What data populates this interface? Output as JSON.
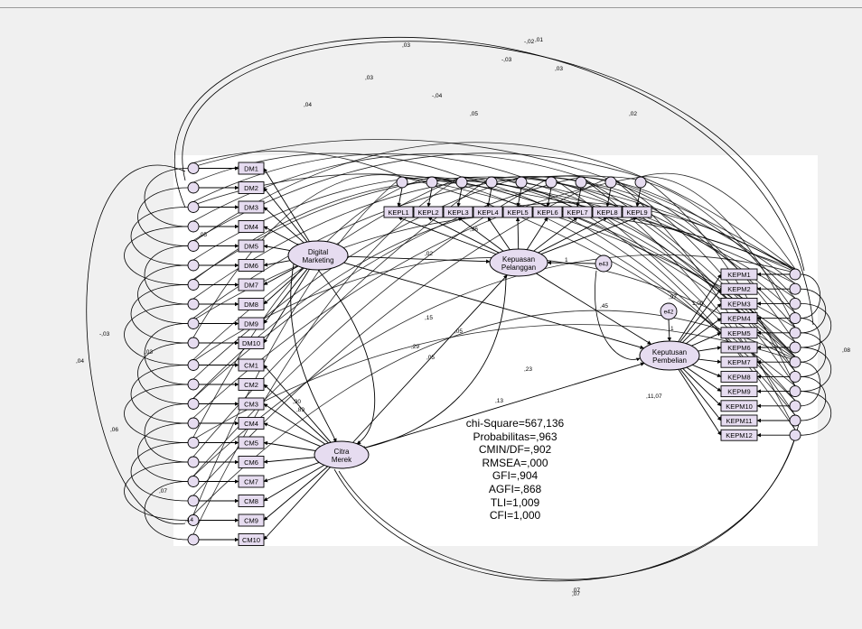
{
  "latent": {
    "digital_marketing": [
      "Digital",
      "Marketing"
    ],
    "kepuasan_pelanggan": [
      "Kepuasan",
      "Pelanggan"
    ],
    "keputusan_pembelian": [
      "Keputusan",
      "Pembelian"
    ],
    "citra_merek": [
      "Citra",
      "Merek"
    ]
  },
  "indicators": {
    "dm": [
      "DM1",
      "DM2",
      "DM3",
      "DM4",
      "DM5",
      "DM6",
      "DM7",
      "DM8",
      "DM9",
      "DM10"
    ],
    "cm": [
      "CM1",
      "CM2",
      "CM3",
      "CM4",
      "CM5",
      "CM6",
      "CM7",
      "CM8",
      "CM9",
      "CM10"
    ],
    "kepl": [
      "KEPL1",
      "KEPL2",
      "KEPL3",
      "KEPL4",
      "KEPL5",
      "KEPL6",
      "KEPL7",
      "KEPL8",
      "KEPL9"
    ],
    "kepm": [
      "KEPM1",
      "KEPM2",
      "KEPM3",
      "KEPM4",
      "KEPM5",
      "KEPM6",
      "KEPM7",
      "KEPM8",
      "KEPM9",
      "KEPM10",
      "KEPM11",
      "KEPM12"
    ]
  },
  "disturbances": [
    "e42",
    "e43"
  ],
  "fit_stats": [
    "chi-Square=567,136",
    "Probabilitas=,963",
    "CMIN/DF=,902",
    "RMSEA=,000",
    "GFI=,904",
    "AGFI=,868",
    "TLI=1,009",
    "CFI=1,000"
  ],
  "path_labels": {
    "dm_kp": ",02",
    "dm_kpm": ",15",
    "dm_cm": ",29",
    "cm_kp": ",05",
    "cm_kpm": ",13",
    "kp_kpm": ",23",
    "e42_kpm": "1",
    "e43_kp": "1"
  },
  "misc_labels": [
    ",03",
    "-,02",
    ",03",
    "-,03",
    ",01",
    ",03",
    ",04",
    ",05",
    "-,04",
    ",02",
    ",05",
    ",03",
    "-,03",
    ",04",
    ",06",
    ",07",
    ",14",
    ",97",
    ",45",
    ",05",
    "1,00",
    ",11,07",
    ",08",
    ",07",
    ",07",
    ",96",
    ",90",
    ",89"
  ],
  "colors": {
    "latent_fill": "#e6dcf0",
    "box_fill": "#e6dcf0",
    "stroke": "#000000",
    "plot_bg": "#ffffff",
    "app_bg": "#f0f0f0"
  }
}
